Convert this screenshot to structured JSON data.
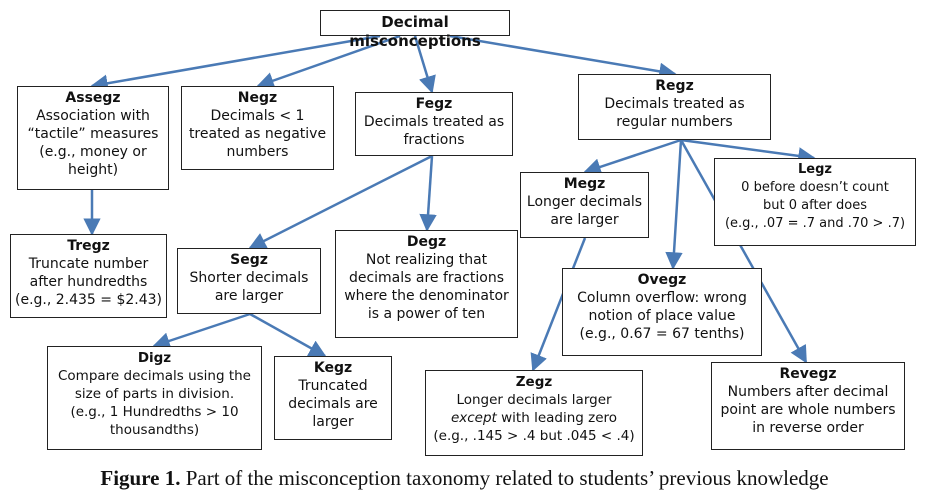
{
  "root": {
    "title": "Decimal misconceptions"
  },
  "nodes": {
    "assegz": {
      "title": "Assegz",
      "lines": [
        "Association with",
        "“tactile” measures",
        "(e.g., money or",
        "height)"
      ]
    },
    "negz": {
      "title": "Negz",
      "lines": [
        "Decimals < 1",
        "treated as negative",
        "numbers"
      ]
    },
    "fegz": {
      "title": "Fegz",
      "lines": [
        "Decimals treated as",
        "fractions"
      ]
    },
    "regz": {
      "title": "Regz",
      "lines": [
        "Decimals treated as",
        "regular numbers"
      ]
    },
    "tregz": {
      "title": "Tregz",
      "lines": [
        "Truncate number",
        "after hundredths",
        "(e.g., 2.435 = $2.43)"
      ]
    },
    "segz": {
      "title": "Segz",
      "lines": [
        "Shorter decimals",
        "are larger"
      ]
    },
    "degz": {
      "title": "Degz",
      "lines": [
        "Not realizing that",
        "decimals are fractions",
        "where the denominator",
        "is a power of ten"
      ]
    },
    "megz": {
      "title": "Megz",
      "lines": [
        "Longer decimals",
        "are larger"
      ]
    },
    "legz": {
      "title": "Legz",
      "lines": [
        "0 before doesn’t count",
        "but 0 after does",
        "(e.g., .07 = .7 and .70 > .7)"
      ]
    },
    "ovegz": {
      "title": "Ovegz",
      "lines": [
        "Column overflow: wrong",
        "notion of place value",
        "(e.g., 0.67 = 67 tenths)"
      ]
    },
    "digz": {
      "title": "Digz",
      "lines": [
        "Compare decimals using the",
        "size of parts in division.",
        "(e.g., 1 Hundredths > 10",
        "thousandths)"
      ]
    },
    "kegz": {
      "title": "Kegz",
      "lines": [
        "Truncated",
        "decimals are",
        "larger"
      ]
    },
    "zegz": {
      "title": "Zegz",
      "lines": [
        "Longer decimals larger",
        "with leading zero",
        "(e.g., .145 > .4 but .045 < .4)"
      ],
      "emphasis": "except"
    },
    "revegz": {
      "title": "Revegz",
      "lines": [
        "Numbers after decimal",
        "point are whole numbers",
        "in reverse order"
      ]
    }
  },
  "edges": [
    [
      "root",
      "assegz"
    ],
    [
      "root",
      "negz"
    ],
    [
      "root",
      "fegz"
    ],
    [
      "root",
      "regz"
    ],
    [
      "assegz",
      "tregz"
    ],
    [
      "fegz",
      "segz"
    ],
    [
      "fegz",
      "degz"
    ],
    [
      "segz",
      "digz"
    ],
    [
      "segz",
      "kegz"
    ],
    [
      "regz",
      "megz"
    ],
    [
      "regz",
      "ovegz"
    ],
    [
      "regz",
      "legz"
    ],
    [
      "regz",
      "revegz"
    ],
    [
      "megz",
      "zegz"
    ]
  ],
  "arrow_color": "#4a7ab5",
  "caption": {
    "label": "Figure 1.",
    "text": " Part of the misconception taxonomy related to students’ previous knowledge"
  }
}
